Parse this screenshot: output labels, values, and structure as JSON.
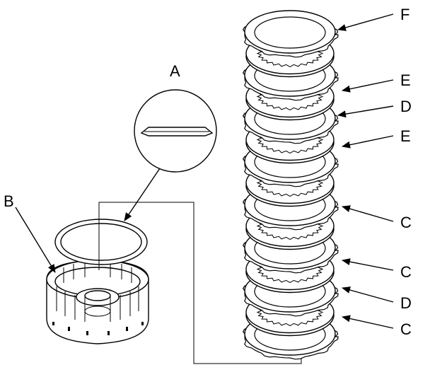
{
  "callouts": {
    "a": "A",
    "b": "B",
    "c1": "C",
    "c2": "C",
    "c3": "C",
    "d1": "D",
    "d2": "D",
    "e1": "E",
    "e2": "E",
    "f": "F"
  },
  "stack": {
    "order": [
      "F",
      "friction",
      "E",
      "friction",
      "D",
      "friction",
      "E",
      "friction",
      "C",
      "friction",
      "C",
      "friction",
      "D",
      "friction",
      "C"
    ]
  }
}
